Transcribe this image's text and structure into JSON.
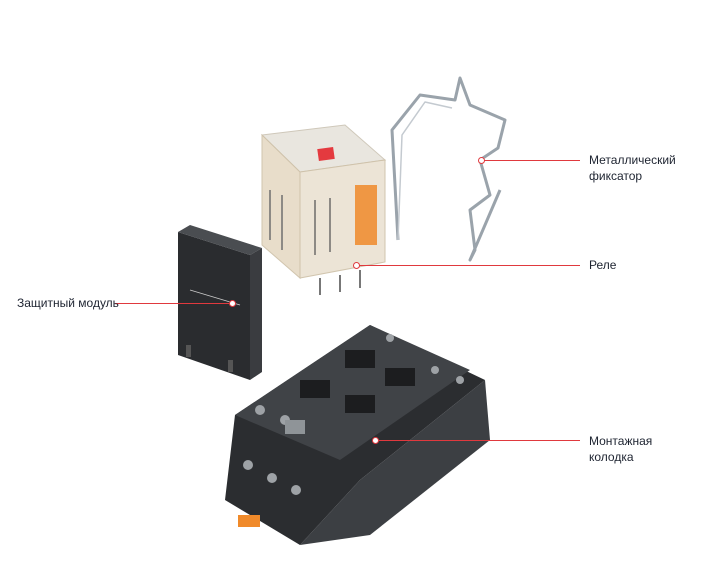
{
  "labels": {
    "fixator": "Металлический фиксатор",
    "relay": "Реле",
    "module": "Защитный модуль",
    "base_line1": "Монтажная",
    "base_line2": "колодка"
  },
  "colors": {
    "accent": "#e0393e",
    "text": "#1d2330"
  }
}
